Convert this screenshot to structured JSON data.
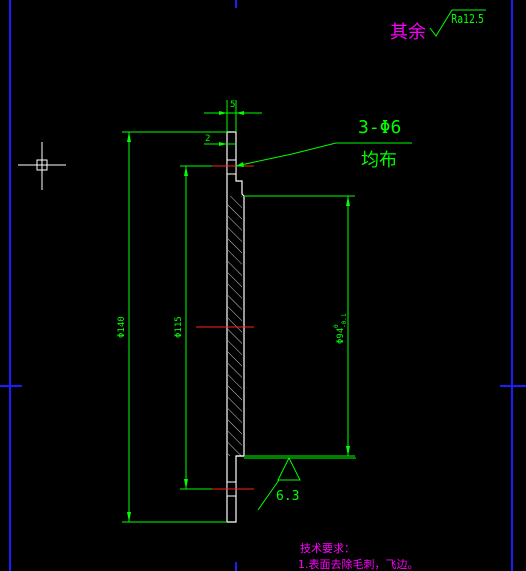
{
  "colors": {
    "background": "#000000",
    "frame": "#1c1cff",
    "part_outline": "#ffffff",
    "dimension": "#00ff00",
    "center_mark": "#ff2020",
    "annotation": "#ff00ff",
    "crosshair": "#ffffff"
  },
  "roughness": {
    "prefix": "其余",
    "value": "Ra12.5"
  },
  "holes_note": {
    "count_label": "3-Φ6",
    "distribution": "均布"
  },
  "dimensions": {
    "width_top": "5",
    "step": "2",
    "outer_diameter": "Φ140",
    "bolt_circle": "Φ115",
    "inner_diameter": "Φ94",
    "inner_tol_upper": "0",
    "inner_tol_lower": "-0.1",
    "surface_finish": "6.3"
  },
  "tech_requirements": {
    "title": "技术要求：",
    "items": [
      "1.表面去除毛刺，飞边。"
    ]
  },
  "cursor": {
    "icon": "crosshair-cursor-icon"
  }
}
